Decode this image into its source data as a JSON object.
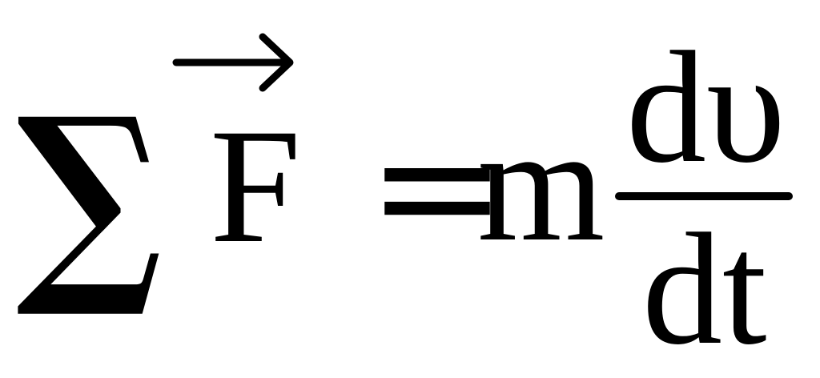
{
  "equation": {
    "summation": "∑",
    "force": "F",
    "equals": "=",
    "mass": "m",
    "numerator": "dυ",
    "denominator": "dt"
  }
}
